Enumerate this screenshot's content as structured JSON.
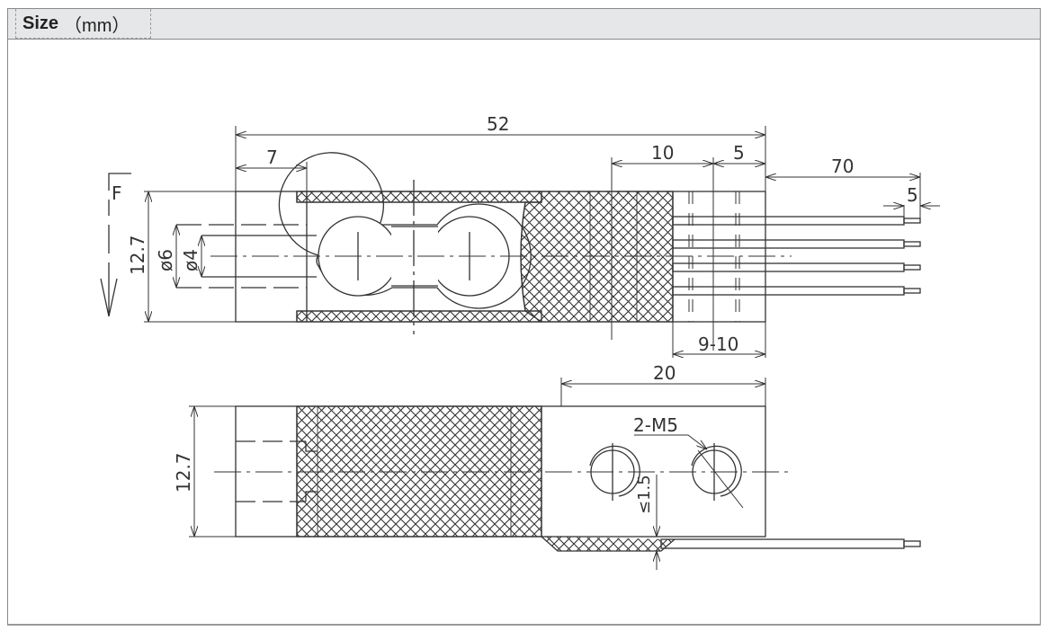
{
  "header": {
    "title": "Size",
    "unit": "（mm）"
  },
  "drawing": {
    "top_view": {
      "dimensions": {
        "overall_length": "52",
        "left_offset": "7",
        "gauge_zone": "10",
        "right_end": "5",
        "cable_length": "70",
        "wire_strip": "5",
        "cable_exit": "9-10",
        "height": "12.7",
        "outer_hole_dia": "ø6",
        "inner_hole_dia": "ø4"
      },
      "load_arrow_label": "F"
    },
    "side_view": {
      "dimensions": {
        "height": "12.7",
        "thread_span": "20",
        "thread_callout": "2-M5",
        "max_gap": "≤1.5"
      }
    }
  }
}
